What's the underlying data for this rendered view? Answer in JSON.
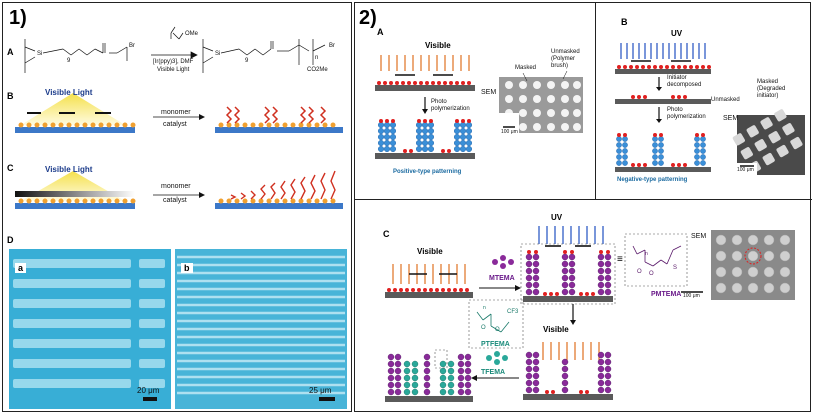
{
  "panel1": {
    "number": "1)",
    "A": {
      "letter": "A",
      "reagent": "OMe",
      "cond1": "[Ir(ppy)3], DMF",
      "cond2": "Visible Light",
      "br1": "Br",
      "br2": "Br",
      "si1": "Si",
      "si2": "Si",
      "o": "O",
      "co2me": "CO2Me",
      "sub9a": "9",
      "sub9b": "9",
      "subn": "n"
    },
    "B": {
      "letter": "B",
      "light": "Visible Light",
      "arrow1": "monomer",
      "arrow2": "catalyst"
    },
    "C": {
      "letter": "C",
      "light": "Visible Light",
      "arrow1": "monomer",
      "arrow2": "catalyst"
    },
    "D": {
      "letter": "D",
      "a": "a",
      "b": "b",
      "scale_a": "20 μm",
      "scale_b": "25 μm"
    }
  },
  "panel2": {
    "number": "2)",
    "A": {
      "letter": "A",
      "light": "Visible",
      "step": "Photo\npolymerization",
      "sem": "SEM",
      "masked": "Masked",
      "unmasked": "Unmasked\n(Polymer\nbrush)",
      "scale": "100 μm",
      "caption": "Positive-type patterning"
    },
    "B": {
      "letter": "B",
      "light": "UV",
      "step1": "Initiator\ndecomposed",
      "step2": "Photo\npolymerization",
      "sem": "SEM",
      "masked": "Masked\n(Degraded\ninitiator)",
      "unmasked": "Unmasked",
      "scale": "100 μm",
      "caption": "Negative-type patterning"
    },
    "C": {
      "letter": "C",
      "visible1": "Visible",
      "uv": "UV",
      "visible2": "Visible",
      "mtema": "MTEMA",
      "pmtema": "PMTEMA",
      "ptfema": "PTFEMA",
      "tfema": "TFEMA",
      "cf3": "CF3",
      "sem": "SEM",
      "scale": "100 μm",
      "n1": "n",
      "n2": "n",
      "s": "S",
      "o1": "O",
      "o2": "O",
      "o3": "O",
      "o4": "O"
    }
  },
  "colors": {
    "substrate": "#5a5a5a",
    "initiator": "#e02020",
    "brush_blue": "#3a8fd8",
    "brush_purple": "#8a2a9a",
    "orange": "#e07020",
    "uv_blue": "#2050c0",
    "caption": "#1a6aa0",
    "micro_bg": "#3ab0d8",
    "teal": "#2aa89a"
  }
}
